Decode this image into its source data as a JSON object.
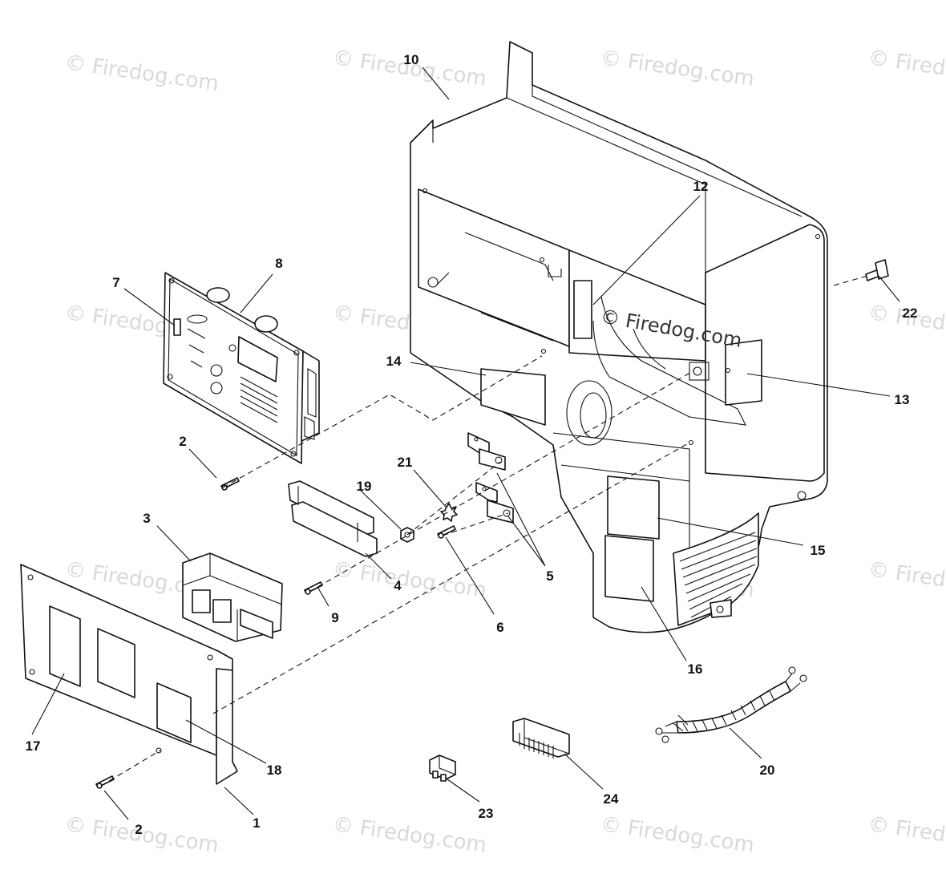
{
  "watermark": "© Firedog.com",
  "callouts": {
    "c1": "1",
    "c2a": "2",
    "c2b": "2",
    "c3": "3",
    "c4": "4",
    "c5": "5",
    "c6": "6",
    "c7": "7",
    "c8": "8",
    "c9": "9",
    "c10": "10",
    "c12": "12",
    "c13": "13",
    "c14": "14",
    "c15": "15",
    "c16": "16",
    "c17": "17",
    "c18": "18",
    "c19": "19",
    "c20": "20",
    "c21": "21",
    "c22": "22",
    "c23": "23",
    "c24": "24"
  }
}
